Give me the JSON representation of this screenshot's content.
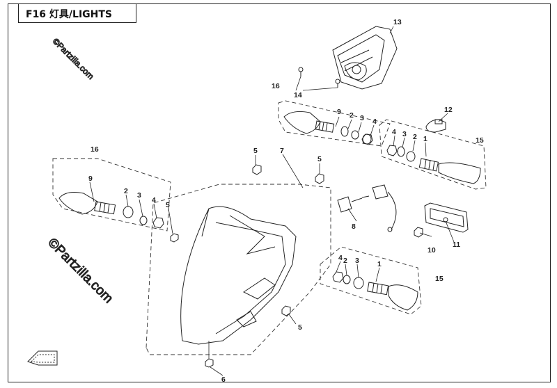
{
  "title": "F16 灯具/LIGHTS",
  "watermarks": [
    "©Partzilla.com",
    "©Partzilla.com"
  ],
  "callouts": {
    "c1a": "1",
    "c1b": "1",
    "c2a": "2",
    "c2b": "2",
    "c2c": "2",
    "c2d": "2",
    "c3a": "3",
    "c3b": "3",
    "c3c": "3",
    "c3d": "3",
    "c4a": "4",
    "c4b": "4",
    "c4c": "4",
    "c4d": "4",
    "c5a": "5",
    "c5b": "5",
    "c5c": "5",
    "c5d": "5",
    "c6": "6",
    "c8": "8",
    "c9a": "9",
    "c9b": "9",
    "c10": "10",
    "c11": "11",
    "c12": "12",
    "c13": "13",
    "c14": "14",
    "c15a": "15",
    "c15b": "15",
    "c16a": "16",
    "c16b": "16",
    "c7": "7"
  },
  "colors": {
    "line": "#222222",
    "dash": "#333333",
    "watermark": "#bbbbbb"
  }
}
